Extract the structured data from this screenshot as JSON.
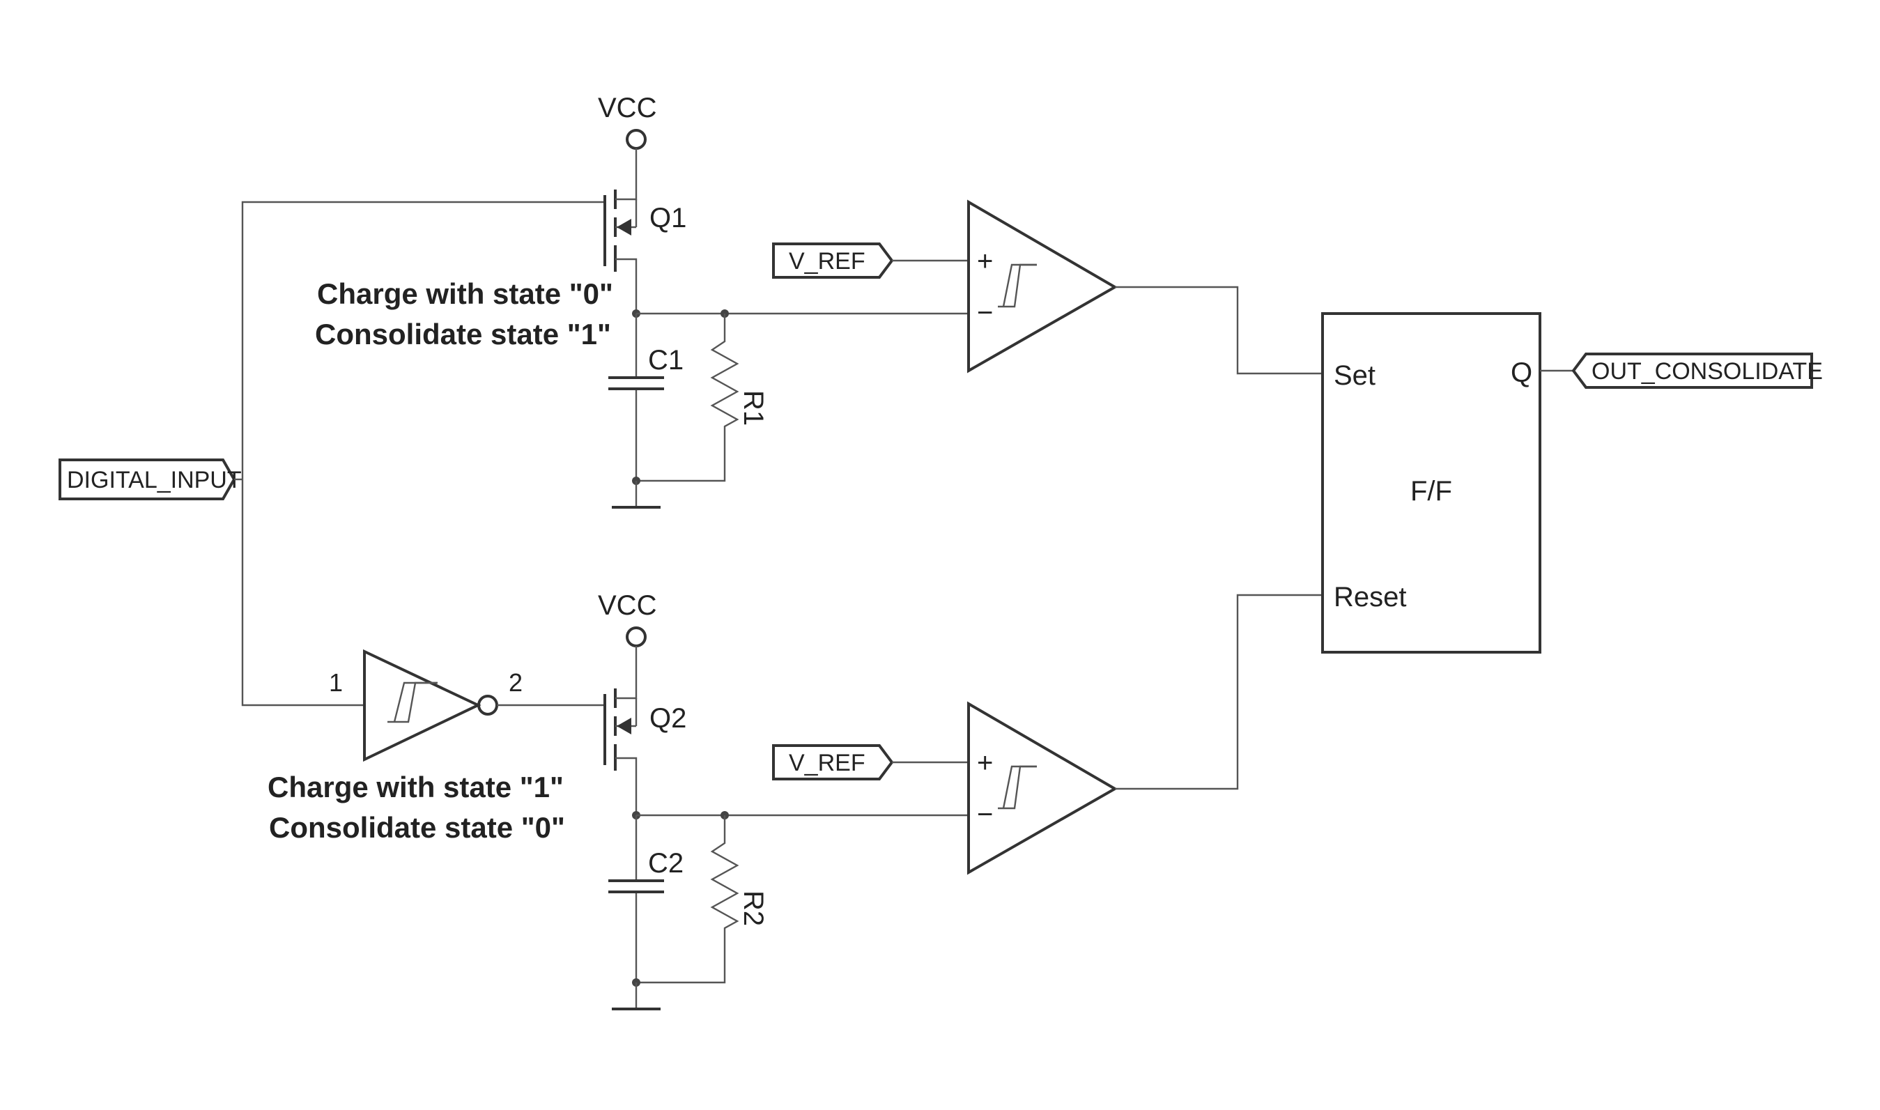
{
  "nets": {
    "vcc_top": "VCC",
    "vcc_bottom": "VCC",
    "digital_input": "DIGITAL_INPUT",
    "v_ref_top": "V_REF",
    "v_ref_bottom": "V_REF",
    "out_consolidate": "OUT_CONSOLIDATE"
  },
  "components": {
    "q1": "Q1",
    "q2": "Q2",
    "c1": "C1",
    "c2": "C2",
    "r1": "R1",
    "r2": "R2"
  },
  "inverter": {
    "pin_in": "1",
    "pin_out": "2"
  },
  "comparator": {
    "plus": "+",
    "minus": "−"
  },
  "flipflop": {
    "label": "F/F",
    "set": "Set",
    "reset": "Reset",
    "q": "Q"
  },
  "notes": {
    "top_line1": "Charge with state  \"0\"",
    "top_line2": "Consolidate state  \"1\"",
    "bottom_line1": "Charge with state  \"1\"",
    "bottom_line2": "Consolidate state  \"0\""
  },
  "colors": {
    "line": "#444444",
    "background": "#ffffff"
  }
}
